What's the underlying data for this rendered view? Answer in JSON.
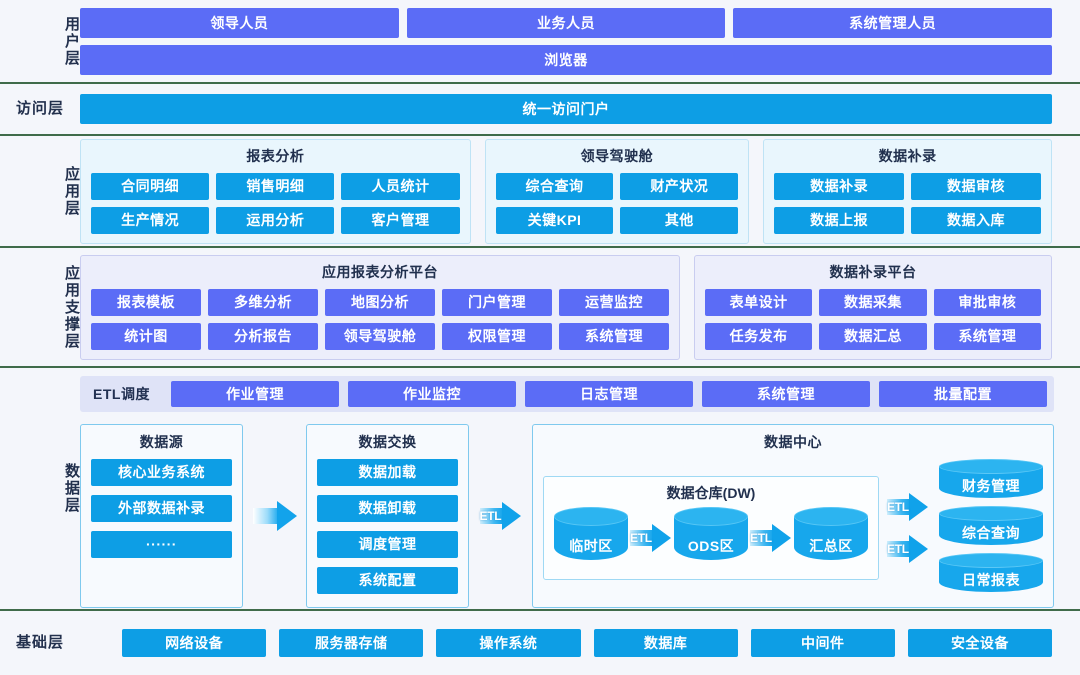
{
  "layers": {
    "user": {
      "label": "用户层",
      "roles": [
        "领导人员",
        "业务人员",
        "系统管理人员"
      ],
      "browser": "浏览器"
    },
    "access": {
      "label": "访问层",
      "portal": "统一访问门户"
    },
    "application": {
      "label": "应用层",
      "groups": [
        {
          "title": "报表分析",
          "items": [
            "合同明细",
            "销售明细",
            "人员统计",
            "生产情况",
            "运用分析",
            "客户管理"
          ]
        },
        {
          "title": "领导驾驶舱",
          "items": [
            "综合查询",
            "财产状况",
            "关键KPI",
            "其他"
          ]
        },
        {
          "title": "数据补录",
          "items": [
            "数据补录",
            "数据审核",
            "数据上报",
            "数据入库"
          ]
        }
      ]
    },
    "support": {
      "label": "应用支撑层",
      "groups": [
        {
          "title": "应用报表分析平台",
          "items": [
            "报表模板",
            "多维分析",
            "地图分析",
            "门户管理",
            "运营监控",
            "统计图",
            "分析报告",
            "领导驾驶舱",
            "权限管理",
            "系统管理"
          ]
        },
        {
          "title": "数据补录平台",
          "items": [
            "表单设计",
            "数据采集",
            "审批审核",
            "任务发布",
            "数据汇总",
            "系统管理"
          ]
        }
      ]
    },
    "data": {
      "label": "数据层",
      "etl_bar": {
        "label": "ETL调度",
        "items": [
          "作业管理",
          "作业监控",
          "日志管理",
          "系统管理",
          "批量配置"
        ]
      },
      "source": {
        "title": "数据源",
        "items": [
          "核心业务系统",
          "外部数据补录",
          "······"
        ]
      },
      "exchange": {
        "title": "数据交换",
        "items": [
          "数据加载",
          "数据卸载",
          "调度管理",
          "系统配置"
        ]
      },
      "center": {
        "title": "数据中心",
        "warehouse": {
          "title": "数据仓库(DW)",
          "zones": [
            "临时区",
            "ODS区",
            "汇总区"
          ]
        },
        "outputs": [
          "财务管理",
          "综合查询",
          "日常报表"
        ],
        "arrow_label": "ETL"
      }
    },
    "base": {
      "label": "基础层",
      "items": [
        "网络设备",
        "服务器存储",
        "操作系统",
        "数据库",
        "中间件",
        "安全设备"
      ]
    }
  },
  "colors": {
    "purple": "#5b6cf6",
    "blue": "#0d9ee5",
    "cyan": "#17a7ec",
    "divider": "#3f6b4a",
    "background": "#f4f6fb"
  }
}
